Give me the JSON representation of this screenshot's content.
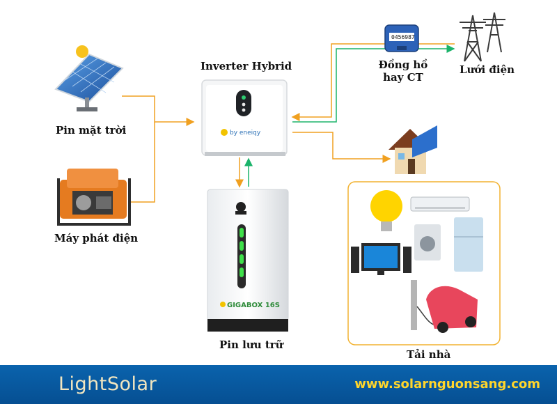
{
  "nodes": {
    "solar": "Pin mặt trời",
    "generator": "Máy phát điện",
    "inverter": "Inverter Hybrid",
    "meter": "Đồng hồ\nhay CT",
    "grid": "Lưới điện",
    "battery": "Pin lưu trữ",
    "loads": "Tải nhà"
  },
  "devices": {
    "inverter_brand": "by eneiqy",
    "meter_reading": "0456987",
    "battery_model": "GIGABOX 16S"
  },
  "footer": {
    "brand": "LightSolar",
    "website": "www.solarnguonsang.com"
  },
  "colors": {
    "import_line": "#f0a020",
    "export_line": "#1bb36a",
    "footer_bg": "#0a63ad",
    "website_text": "#ffd52b"
  }
}
